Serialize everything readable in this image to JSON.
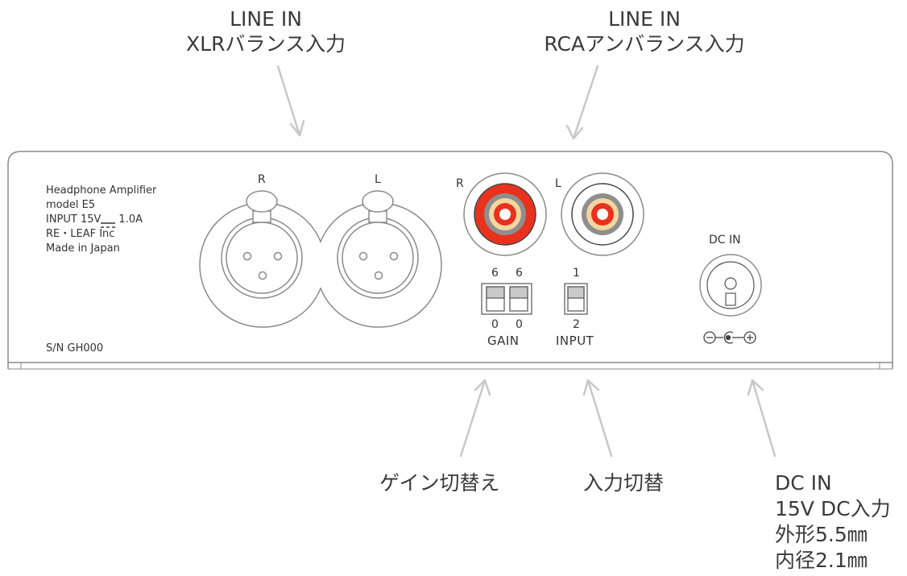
{
  "callouts": {
    "xlr": {
      "line1": "LINE IN",
      "line2": "XLRバランス入力"
    },
    "rca": {
      "line1": "LINE IN",
      "line2": "RCAアンバランス入力"
    },
    "gain": {
      "label": "ゲイン切替え"
    },
    "input": {
      "label": "入力切替"
    },
    "dc": {
      "line1": "DC IN",
      "line2": "15V DC入力",
      "line3": "外形5.5㎜",
      "line4": "内径2.1㎜"
    }
  },
  "panel": {
    "info": {
      "line1": "Headphone Amplifier",
      "line2": "model  E5",
      "line3_prefix": "INPUT 15V",
      "line3_suffix": "1.0A",
      "line4": "RE・LEAF Inc",
      "line5": "Made in Japan"
    },
    "serial": "S/N GH000",
    "xlr": {
      "right_label": "R",
      "left_label": "L"
    },
    "rca": {
      "right_label": "R",
      "left_label": "L"
    },
    "gain_switch": {
      "top_left": "6",
      "top_right": "6",
      "bottom_left": "0",
      "bottom_right": "0",
      "label": "GAIN"
    },
    "input_switch": {
      "top": "1",
      "bottom": "2",
      "label": "INPUT"
    },
    "dc_in": {
      "label": "DC IN"
    }
  },
  "colors": {
    "panel_stroke": "#8a8a8a",
    "arrow": "#c8c8c8",
    "rca_red": "#e8321e",
    "rca_cream": "#f3d6a0",
    "rca_gray": "#8e8e8e",
    "switch_fill": "#c9c9c9"
  }
}
